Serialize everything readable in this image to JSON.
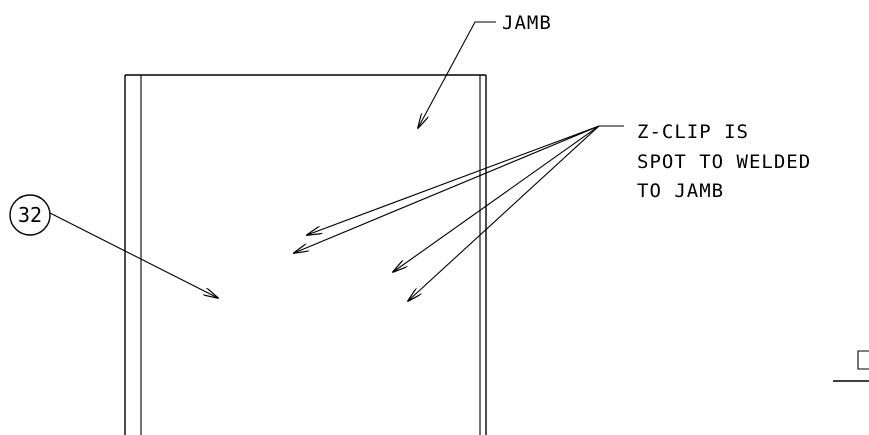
{
  "labels": {
    "jamb": "JAMB",
    "zclip_line1": "Z-CLIP IS",
    "zclip_line2": "SPOT TO WELDED",
    "zclip_line3": "TO JAMB",
    "balloon": "32"
  },
  "colors": {
    "background": "#ffffff",
    "ink": "#000000"
  }
}
